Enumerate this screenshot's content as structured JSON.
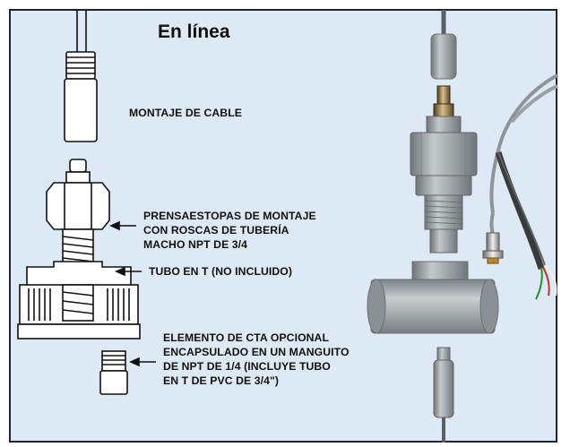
{
  "title": "En línea",
  "labels": {
    "cable_mount": "MONTAJE DE CABLE",
    "gland": [
      "PRENSAESTOPAS DE MONTAJE",
      "CON ROSCAS DE TUBERÍA",
      "MACHO NPT DE 3/4"
    ],
    "tee": "TUBO EN T (NO INCLUIDO)",
    "cta": [
      "ELEMENTO DE CTA OPCIONAL",
      "ENCAPSULADO EN UN MANGUITO",
      "DE NPT DE 1/4 (INCLUYE TUBO",
      "EN T DE PVC DE 3/4\")"
    ]
  },
  "colors": {
    "panel_background": "#dde9f4",
    "border": "#1c2330",
    "pvc_gray": "#9aa0a4",
    "sensor_gray": "#b4b9bc"
  }
}
